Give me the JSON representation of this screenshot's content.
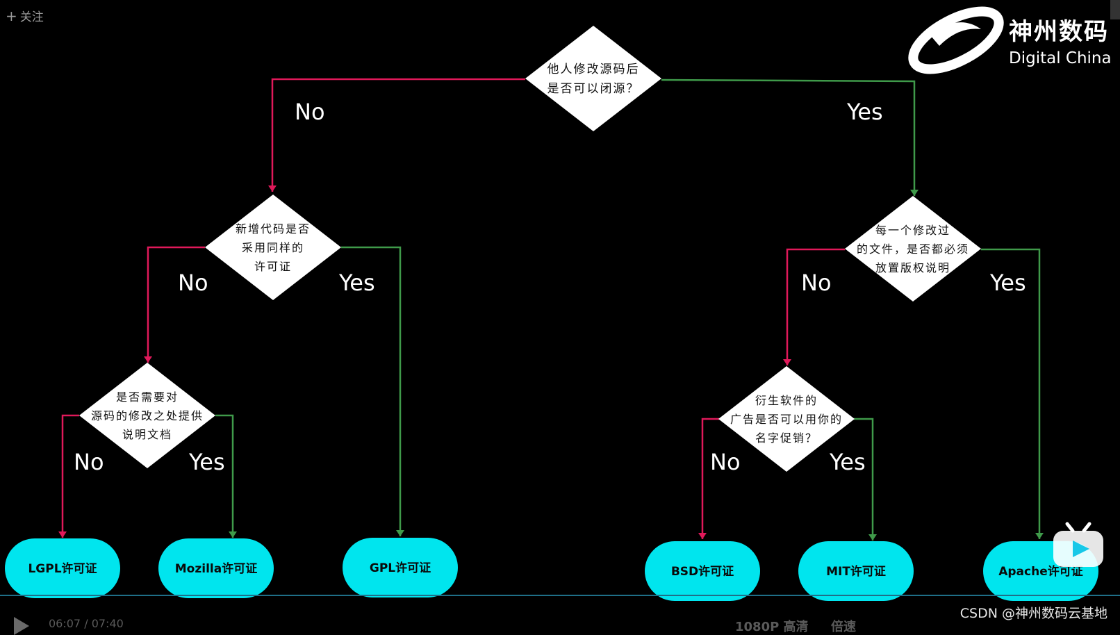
{
  "follow_label": "关注",
  "logo": {
    "cn": "神州数码",
    "en": "Digital China"
  },
  "decisions": [
    {
      "id": "root",
      "lines": [
        "他人修改源码后",
        "是否可以闭源？"
      ]
    },
    {
      "id": "left",
      "lines": [
        "新增代码是否",
        "采用同样的",
        "许可证"
      ]
    },
    {
      "id": "leftleft",
      "lines": [
        "是否需要对",
        "源码的修改之处提供",
        "说明文档"
      ]
    },
    {
      "id": "right",
      "lines": [
        "每一个修改过",
        "的文件，是否都必须",
        "放置版权说明"
      ]
    },
    {
      "id": "rightleft",
      "lines": [
        "衍生软件的",
        "广告是否可以用你的",
        "名字促销？"
      ]
    }
  ],
  "licenses": [
    {
      "id": "lgpl",
      "label": "LGPL许可证"
    },
    {
      "id": "mozilla",
      "label": "Mozilla许可证"
    },
    {
      "id": "gpl",
      "label": "GPL许可证"
    },
    {
      "id": "bsd",
      "label": "BSD许可证"
    },
    {
      "id": "mit",
      "label": "MIT许可证"
    },
    {
      "id": "apache",
      "label": "Apache许可证"
    }
  ],
  "branch_labels": {
    "no": "No",
    "yes": "Yes"
  },
  "player": {
    "time_current": "06:07",
    "time_separator": "/",
    "time_total": "07:40",
    "quality": "1080P 高清",
    "speed": "倍速"
  },
  "watermark": "CSDN @神州数码云基地",
  "colors": {
    "no_line": "#e0195a",
    "yes_line": "#3f9a4a",
    "license_fill": "#00e5ee",
    "diamond_fill": "#ffffff",
    "background": "#000000"
  }
}
